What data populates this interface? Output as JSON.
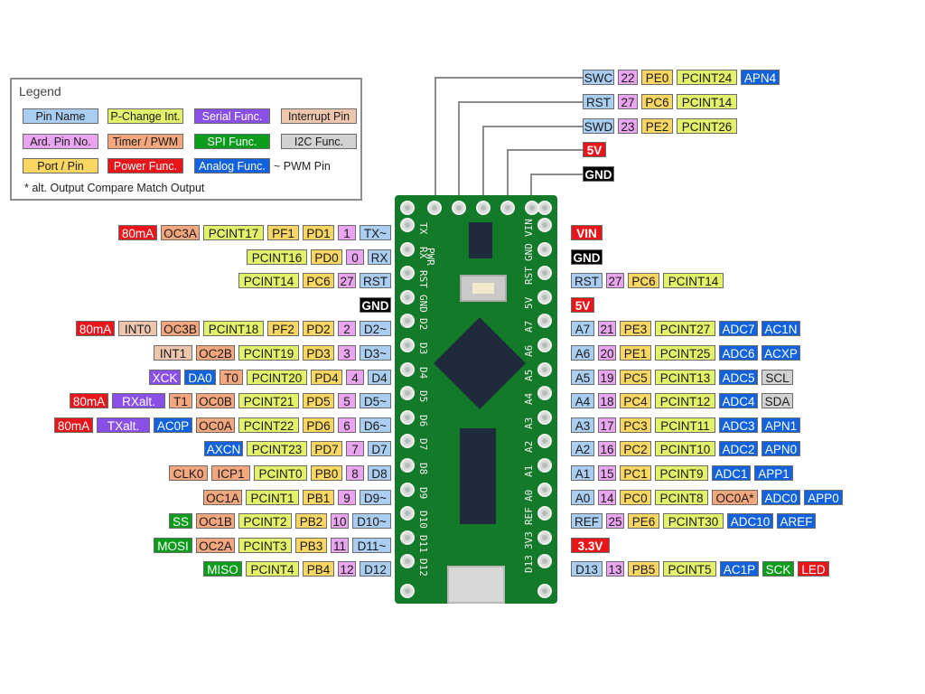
{
  "legend": {
    "title": "Legend",
    "items": [
      {
        "label": "Pin Name",
        "cls": "c-name"
      },
      {
        "label": "P-Change Int.",
        "cls": "c-pcint"
      },
      {
        "label": "Serial Func.",
        "cls": "c-serial"
      },
      {
        "label": "Interrupt Pin",
        "cls": "c-int"
      },
      {
        "label": "Ard. Pin No.",
        "cls": "c-ard"
      },
      {
        "label": "Timer / PWM",
        "cls": "c-timer"
      },
      {
        "label": "SPI Func.",
        "cls": "c-spi"
      },
      {
        "label": "I2C Func.",
        "cls": "c-i2c"
      },
      {
        "label": "Port / Pin",
        "cls": "c-port"
      },
      {
        "label": "Power Func.",
        "cls": "c-power"
      },
      {
        "label": "Analog Func.",
        "cls": "c-analog"
      }
    ],
    "pwm_note": "~ PWM Pin",
    "footnote": "* alt. Output Compare Match Output"
  },
  "colors": {
    "pin_name": "#aacdf2",
    "pcint": "#e3f26a",
    "serial": "#8a4fe6",
    "interrupt": "#eec6ae",
    "arduino_pin": "#e9a5ef",
    "timer": "#f4a77e",
    "spi": "#0c9c1c",
    "i2c": "#d2d2d2",
    "port": "#fad662",
    "power": "#e8161a",
    "analog": "#1162dc",
    "board": "#137a2a"
  },
  "top_header": [
    [
      {
        "t": "SWC",
        "c": "c-name"
      },
      {
        "t": "22",
        "c": "c-ard"
      },
      {
        "t": "PE0",
        "c": "c-port"
      },
      {
        "t": "PCINT24",
        "c": "c-pcint"
      },
      {
        "t": "APN4",
        "c": "c-analog"
      }
    ],
    [
      {
        "t": "RST",
        "c": "c-name"
      },
      {
        "t": "27",
        "c": "c-ard"
      },
      {
        "t": "PC6",
        "c": "c-port"
      },
      {
        "t": "PCINT14",
        "c": "c-pcint"
      }
    ],
    [
      {
        "t": "SWD",
        "c": "c-name"
      },
      {
        "t": "23",
        "c": "c-ard"
      },
      {
        "t": "PE2",
        "c": "c-port"
      },
      {
        "t": "PCINT26",
        "c": "c-pcint"
      }
    ],
    [
      {
        "t": "5V",
        "c": "c-pwr"
      }
    ],
    [
      {
        "t": "GND",
        "c": "c-gnd"
      }
    ]
  ],
  "left_pins": [
    [
      {
        "t": "TX~",
        "c": "c-name"
      },
      {
        "t": "1",
        "c": "c-ard"
      },
      {
        "t": "PD1",
        "c": "c-port"
      },
      {
        "t": "PF1",
        "c": "c-port"
      },
      {
        "t": "PCINT17",
        "c": "c-pcint"
      },
      {
        "t": "OC3A",
        "c": "c-timer"
      },
      {
        "t": "80mA",
        "c": "c-power"
      }
    ],
    [
      {
        "t": "RX",
        "c": "c-name"
      },
      {
        "t": "0",
        "c": "c-ard"
      },
      {
        "t": "PD0",
        "c": "c-port"
      },
      {
        "t": "PCINT16",
        "c": "c-pcint"
      }
    ],
    [
      {
        "t": "RST",
        "c": "c-name"
      },
      {
        "t": "27",
        "c": "c-ard"
      },
      {
        "t": "PC6",
        "c": "c-port"
      },
      {
        "t": "PCINT14",
        "c": "c-pcint"
      }
    ],
    [
      {
        "t": "GND",
        "c": "c-gnd"
      }
    ],
    [
      {
        "t": "D2~",
        "c": "c-name"
      },
      {
        "t": "2",
        "c": "c-ard"
      },
      {
        "t": "PD2",
        "c": "c-port"
      },
      {
        "t": "PF2",
        "c": "c-port"
      },
      {
        "t": "PCINT18",
        "c": "c-pcint"
      },
      {
        "t": "OC3B",
        "c": "c-timer"
      },
      {
        "t": "INT0",
        "c": "c-int"
      },
      {
        "t": "80mA",
        "c": "c-power"
      }
    ],
    [
      {
        "t": "D3~",
        "c": "c-name"
      },
      {
        "t": "3",
        "c": "c-ard"
      },
      {
        "t": "PD3",
        "c": "c-port"
      },
      {
        "t": "PCINT19",
        "c": "c-pcint"
      },
      {
        "t": "OC2B",
        "c": "c-timer"
      },
      {
        "t": "INT1",
        "c": "c-int"
      }
    ],
    [
      {
        "t": "D4",
        "c": "c-name"
      },
      {
        "t": "4",
        "c": "c-ard"
      },
      {
        "t": "PD4",
        "c": "c-port"
      },
      {
        "t": "PCINT20",
        "c": "c-pcint"
      },
      {
        "t": "T0",
        "c": "c-timer"
      },
      {
        "t": "DA0",
        "c": "c-analog"
      },
      {
        "t": "XCK",
        "c": "c-serial"
      }
    ],
    [
      {
        "t": "D5~",
        "c": "c-name"
      },
      {
        "t": "5",
        "c": "c-ard"
      },
      {
        "t": "PD5",
        "c": "c-port"
      },
      {
        "t": "PCINT21",
        "c": "c-pcint"
      },
      {
        "t": "OC0B",
        "c": "c-timer"
      },
      {
        "t": "T1",
        "c": "c-timer"
      },
      {
        "t": "RXalt.",
        "c": "c-serial"
      },
      {
        "t": "80mA",
        "c": "c-power"
      }
    ],
    [
      {
        "t": "D6~",
        "c": "c-name"
      },
      {
        "t": "6",
        "c": "c-ard"
      },
      {
        "t": "PD6",
        "c": "c-port"
      },
      {
        "t": "PCINT22",
        "c": "c-pcint"
      },
      {
        "t": "OC0A",
        "c": "c-timer"
      },
      {
        "t": "AC0P",
        "c": "c-analog"
      },
      {
        "t": "TXalt.",
        "c": "c-serial"
      },
      {
        "t": "80mA",
        "c": "c-power"
      }
    ],
    [
      {
        "t": "D7",
        "c": "c-name"
      },
      {
        "t": "7",
        "c": "c-ard"
      },
      {
        "t": "PD7",
        "c": "c-port"
      },
      {
        "t": "PCINT23",
        "c": "c-pcint"
      },
      {
        "t": "AXCN",
        "c": "c-analog"
      }
    ],
    [
      {
        "t": "D8",
        "c": "c-name"
      },
      {
        "t": "8",
        "c": "c-ard"
      },
      {
        "t": "PB0",
        "c": "c-port"
      },
      {
        "t": "PCINT0",
        "c": "c-pcint"
      },
      {
        "t": "ICP1",
        "c": "c-timer"
      },
      {
        "t": "CLK0",
        "c": "c-timer"
      }
    ],
    [
      {
        "t": "D9~",
        "c": "c-name"
      },
      {
        "t": "9",
        "c": "c-ard"
      },
      {
        "t": "PB1",
        "c": "c-port"
      },
      {
        "t": "PCINT1",
        "c": "c-pcint"
      },
      {
        "t": "OC1A",
        "c": "c-timer"
      }
    ],
    [
      {
        "t": "D10~",
        "c": "c-name"
      },
      {
        "t": "10",
        "c": "c-ard"
      },
      {
        "t": "PB2",
        "c": "c-port"
      },
      {
        "t": "PCINT2",
        "c": "c-pcint"
      },
      {
        "t": "OC1B",
        "c": "c-timer"
      },
      {
        "t": "SS",
        "c": "c-spi"
      }
    ],
    [
      {
        "t": "D11~",
        "c": "c-name"
      },
      {
        "t": "11",
        "c": "c-ard"
      },
      {
        "t": "PB3",
        "c": "c-port"
      },
      {
        "t": "PCINT3",
        "c": "c-pcint"
      },
      {
        "t": "OC2A",
        "c": "c-timer"
      },
      {
        "t": "MOSI",
        "c": "c-spi"
      }
    ],
    [
      {
        "t": "D12",
        "c": "c-name"
      },
      {
        "t": "12",
        "c": "c-ard"
      },
      {
        "t": "PB4",
        "c": "c-port"
      },
      {
        "t": "PCINT4",
        "c": "c-pcint"
      },
      {
        "t": "MISO",
        "c": "c-spi"
      }
    ]
  ],
  "right_pins": [
    [
      {
        "t": "VIN",
        "c": "c-pwr"
      }
    ],
    [
      {
        "t": "GND",
        "c": "c-gnd"
      }
    ],
    [
      {
        "t": "RST",
        "c": "c-name"
      },
      {
        "t": "27",
        "c": "c-ard"
      },
      {
        "t": "PC6",
        "c": "c-port"
      },
      {
        "t": "PCINT14",
        "c": "c-pcint"
      }
    ],
    [
      {
        "t": "5V",
        "c": "c-pwr"
      }
    ],
    [
      {
        "t": "A7",
        "c": "c-name"
      },
      {
        "t": "21",
        "c": "c-ard"
      },
      {
        "t": "PE3",
        "c": "c-port"
      },
      {
        "t": "PCINT27",
        "c": "c-pcint"
      },
      {
        "t": "ADC7",
        "c": "c-analog"
      },
      {
        "t": "AC1N",
        "c": "c-analog"
      }
    ],
    [
      {
        "t": "A6",
        "c": "c-name"
      },
      {
        "t": "20",
        "c": "c-ard"
      },
      {
        "t": "PE1",
        "c": "c-port"
      },
      {
        "t": "PCINT25",
        "c": "c-pcint"
      },
      {
        "t": "ADC6",
        "c": "c-analog"
      },
      {
        "t": "ACXP",
        "c": "c-analog"
      }
    ],
    [
      {
        "t": "A5",
        "c": "c-name"
      },
      {
        "t": "19",
        "c": "c-ard"
      },
      {
        "t": "PC5",
        "c": "c-port"
      },
      {
        "t": "PCINT13",
        "c": "c-pcint"
      },
      {
        "t": "ADC5",
        "c": "c-analog"
      },
      {
        "t": "SCL",
        "c": "c-i2c"
      }
    ],
    [
      {
        "t": "A4",
        "c": "c-name"
      },
      {
        "t": "18",
        "c": "c-ard"
      },
      {
        "t": "PC4",
        "c": "c-port"
      },
      {
        "t": "PCINT12",
        "c": "c-pcint"
      },
      {
        "t": "ADC4",
        "c": "c-analog"
      },
      {
        "t": "SDA",
        "c": "c-i2c"
      }
    ],
    [
      {
        "t": "A3",
        "c": "c-name"
      },
      {
        "t": "17",
        "c": "c-ard"
      },
      {
        "t": "PC3",
        "c": "c-port"
      },
      {
        "t": "PCINT11",
        "c": "c-pcint"
      },
      {
        "t": "ADC3",
        "c": "c-analog"
      },
      {
        "t": "APN1",
        "c": "c-analog"
      }
    ],
    [
      {
        "t": "A2",
        "c": "c-name"
      },
      {
        "t": "16",
        "c": "c-ard"
      },
      {
        "t": "PC2",
        "c": "c-port"
      },
      {
        "t": "PCINT10",
        "c": "c-pcint"
      },
      {
        "t": "ADC2",
        "c": "c-analog"
      },
      {
        "t": "APN0",
        "c": "c-analog"
      }
    ],
    [
      {
        "t": "A1",
        "c": "c-name"
      },
      {
        "t": "15",
        "c": "c-ard"
      },
      {
        "t": "PC1",
        "c": "c-port"
      },
      {
        "t": "PCINT9",
        "c": "c-pcint"
      },
      {
        "t": "ADC1",
        "c": "c-analog"
      },
      {
        "t": "APP1",
        "c": "c-analog"
      }
    ],
    [
      {
        "t": "A0",
        "c": "c-name"
      },
      {
        "t": "14",
        "c": "c-ard"
      },
      {
        "t": "PC0",
        "c": "c-port"
      },
      {
        "t": "PCINT8",
        "c": "c-pcint"
      },
      {
        "t": "OC0A*",
        "c": "c-timer"
      },
      {
        "t": "ADC0",
        "c": "c-analog"
      },
      {
        "t": "APP0",
        "c": "c-analog"
      }
    ],
    [
      {
        "t": "REF",
        "c": "c-name"
      },
      {
        "t": "25",
        "c": "c-ard"
      },
      {
        "t": "PE6",
        "c": "c-port"
      },
      {
        "t": "PCINT30",
        "c": "c-pcint"
      },
      {
        "t": "ADC10",
        "c": "c-analog"
      },
      {
        "t": "AREF",
        "c": "c-analog"
      }
    ],
    [
      {
        "t": "3.3V",
        "c": "c-pwr"
      }
    ],
    [
      {
        "t": "D13",
        "c": "c-name"
      },
      {
        "t": "13",
        "c": "c-ard"
      },
      {
        "t": "PB5",
        "c": "c-port"
      },
      {
        "t": "PCINT5",
        "c": "c-pcint"
      },
      {
        "t": "AC1P",
        "c": "c-analog"
      },
      {
        "t": "SCK",
        "c": "c-spi"
      },
      {
        "t": "LED",
        "c": "c-power"
      }
    ]
  ],
  "board_silkscreen": {
    "left": [
      "TX",
      "RX",
      "RST",
      "GND",
      "D2",
      "D3",
      "D4",
      "D5",
      "D6",
      "D7",
      "D8",
      "D9",
      "D10",
      "D11",
      "D12"
    ],
    "right": [
      "VIN",
      "GND",
      "RST",
      "5V",
      "A7",
      "A6",
      "A5",
      "A4",
      "A3",
      "A2",
      "A1",
      "A0",
      "REF",
      "3V3",
      "D13"
    ],
    "pwr": "PWR"
  }
}
